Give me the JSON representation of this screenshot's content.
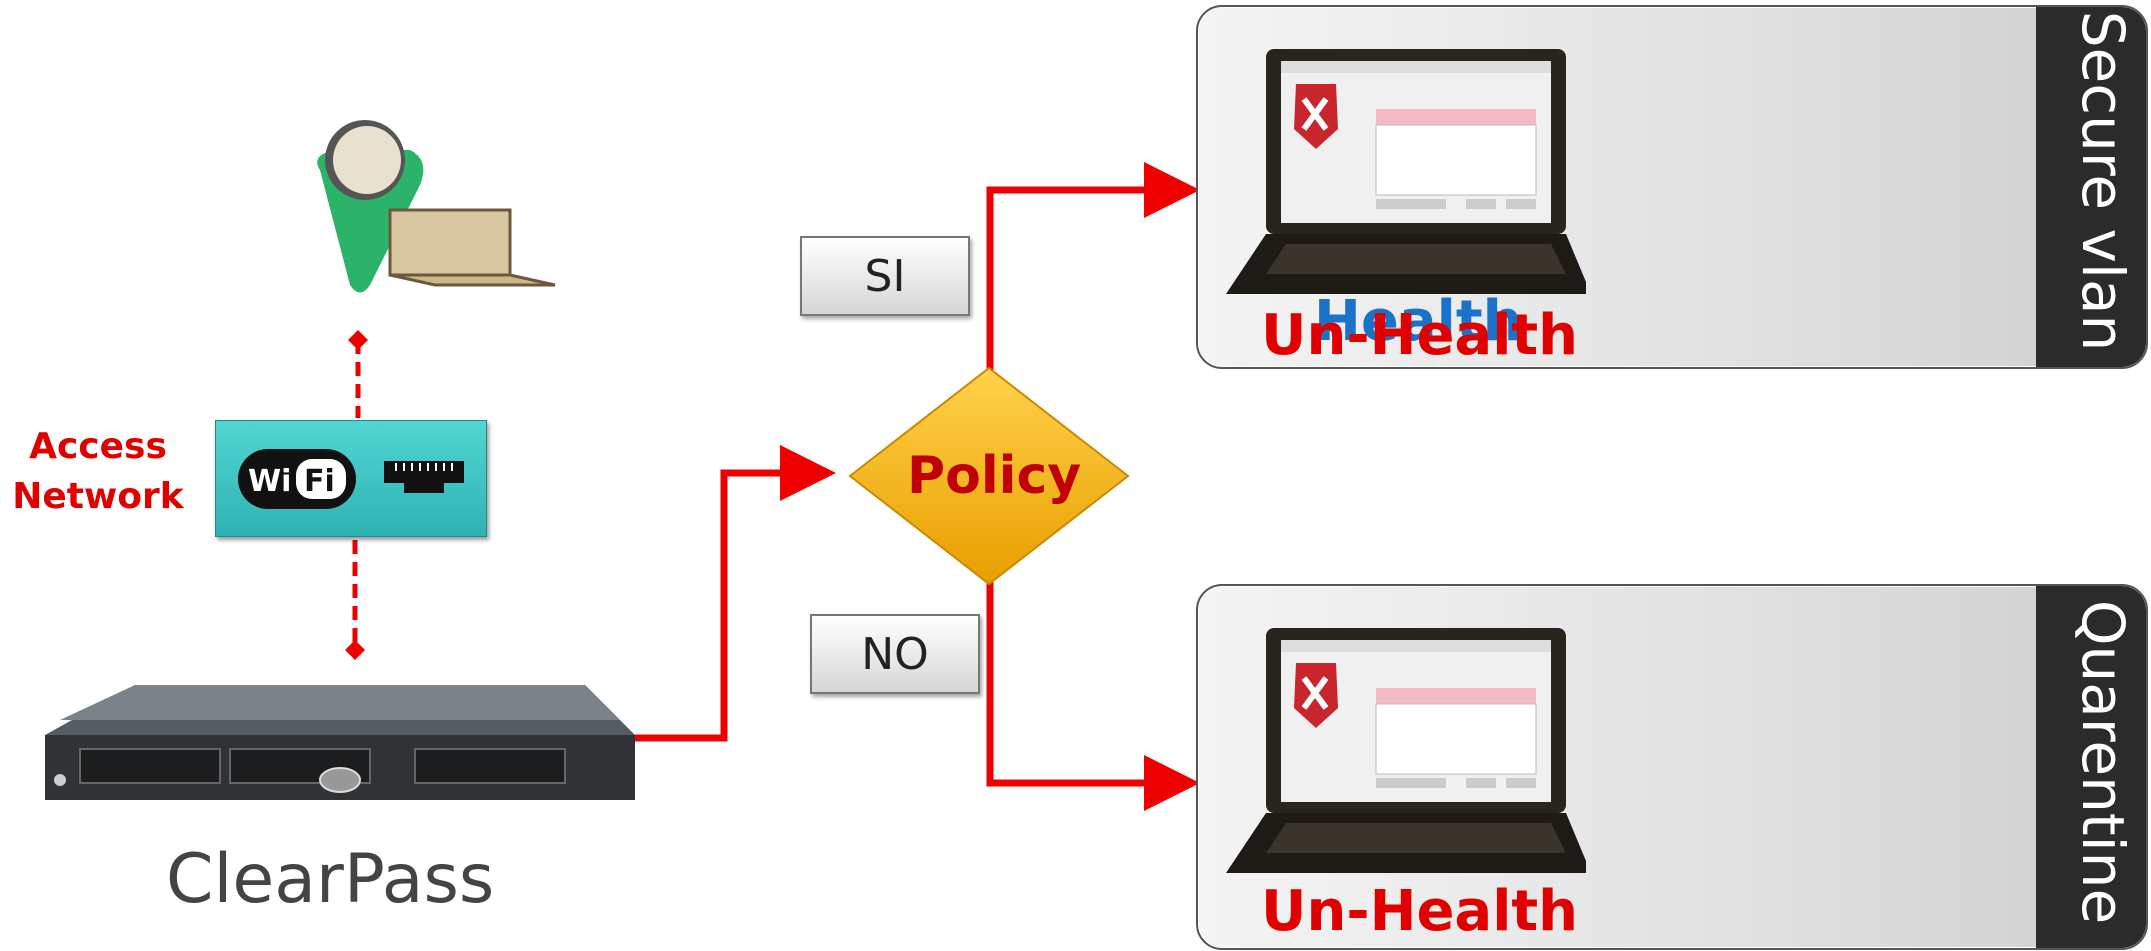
{
  "access_network": {
    "label_line1": "Access",
    "label_line2": "Network"
  },
  "server": {
    "label": "ClearPass"
  },
  "policy": {
    "label": "Policy"
  },
  "decisions": {
    "yes": "SI",
    "no": "NO"
  },
  "secure_panel": {
    "tab_label": "Secure vlan",
    "status_health": "Health",
    "status_unhealth": "Un-Health"
  },
  "quarantine_panel": {
    "tab_label": "Quarentine",
    "status_unhealth": "Un-Health"
  },
  "colors": {
    "flow": "#ee0000",
    "policy_fill": "#f7b500",
    "switch_fill": "#3cc3c3",
    "user_green": "#2bb36a",
    "health_blue": "#1a73c9",
    "unhealth_red": "#e00000"
  }
}
